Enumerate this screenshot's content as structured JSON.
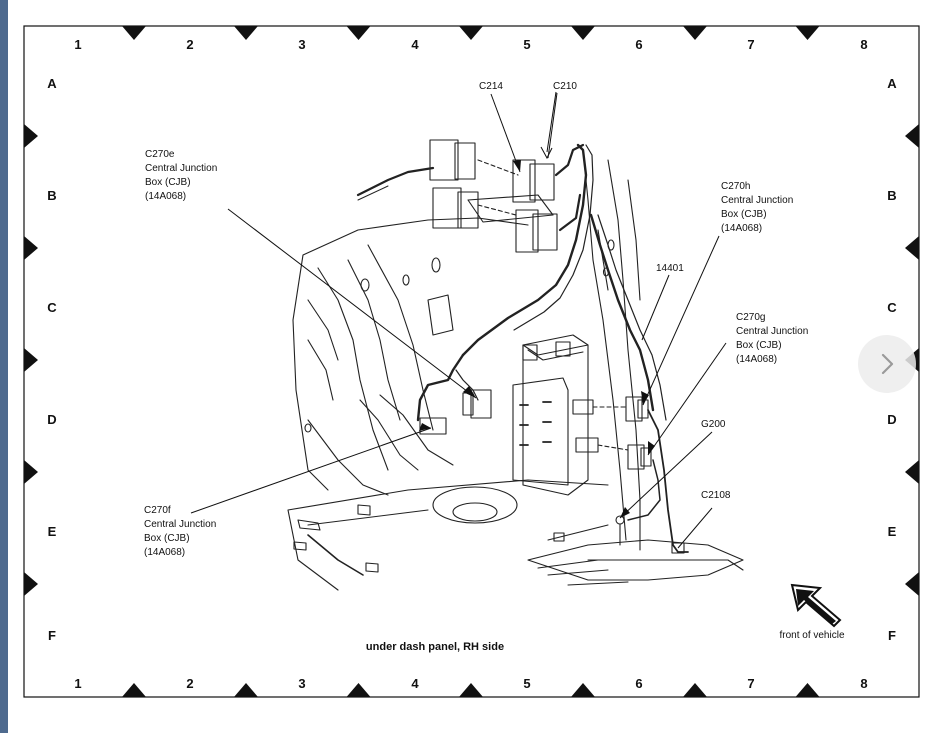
{
  "grid": {
    "columns": [
      "1",
      "2",
      "3",
      "4",
      "5",
      "6",
      "7",
      "8"
    ],
    "rows": [
      "A",
      "B",
      "C",
      "D",
      "E",
      "F"
    ]
  },
  "callouts": {
    "c214": "C214",
    "c210": "C210",
    "c270e": [
      "C270e",
      "Central Junction",
      "Box (CJB)",
      "(14A068)"
    ],
    "c270h": [
      "C270h",
      "Central Junction",
      "Box (CJB)",
      "(14A068)"
    ],
    "wire_14401": "14401",
    "c270g": [
      "C270g",
      "Central Junction",
      "Box (CJB)",
      "(14A068)"
    ],
    "g200": "G200",
    "c2108": "C2108",
    "c270f": [
      "C270f",
      "Central Junction",
      "Box (CJB)",
      "(14A068)"
    ]
  },
  "caption": "under dash panel, RH side",
  "orientation_label": "front of vehicle",
  "icons": {
    "next_page": "chevron-right-icon",
    "orientation": "front-arrow-icon"
  },
  "colors": {
    "viewer_background": "#4e6a8e",
    "page_background": "#ffffff",
    "ink": "#111111"
  }
}
